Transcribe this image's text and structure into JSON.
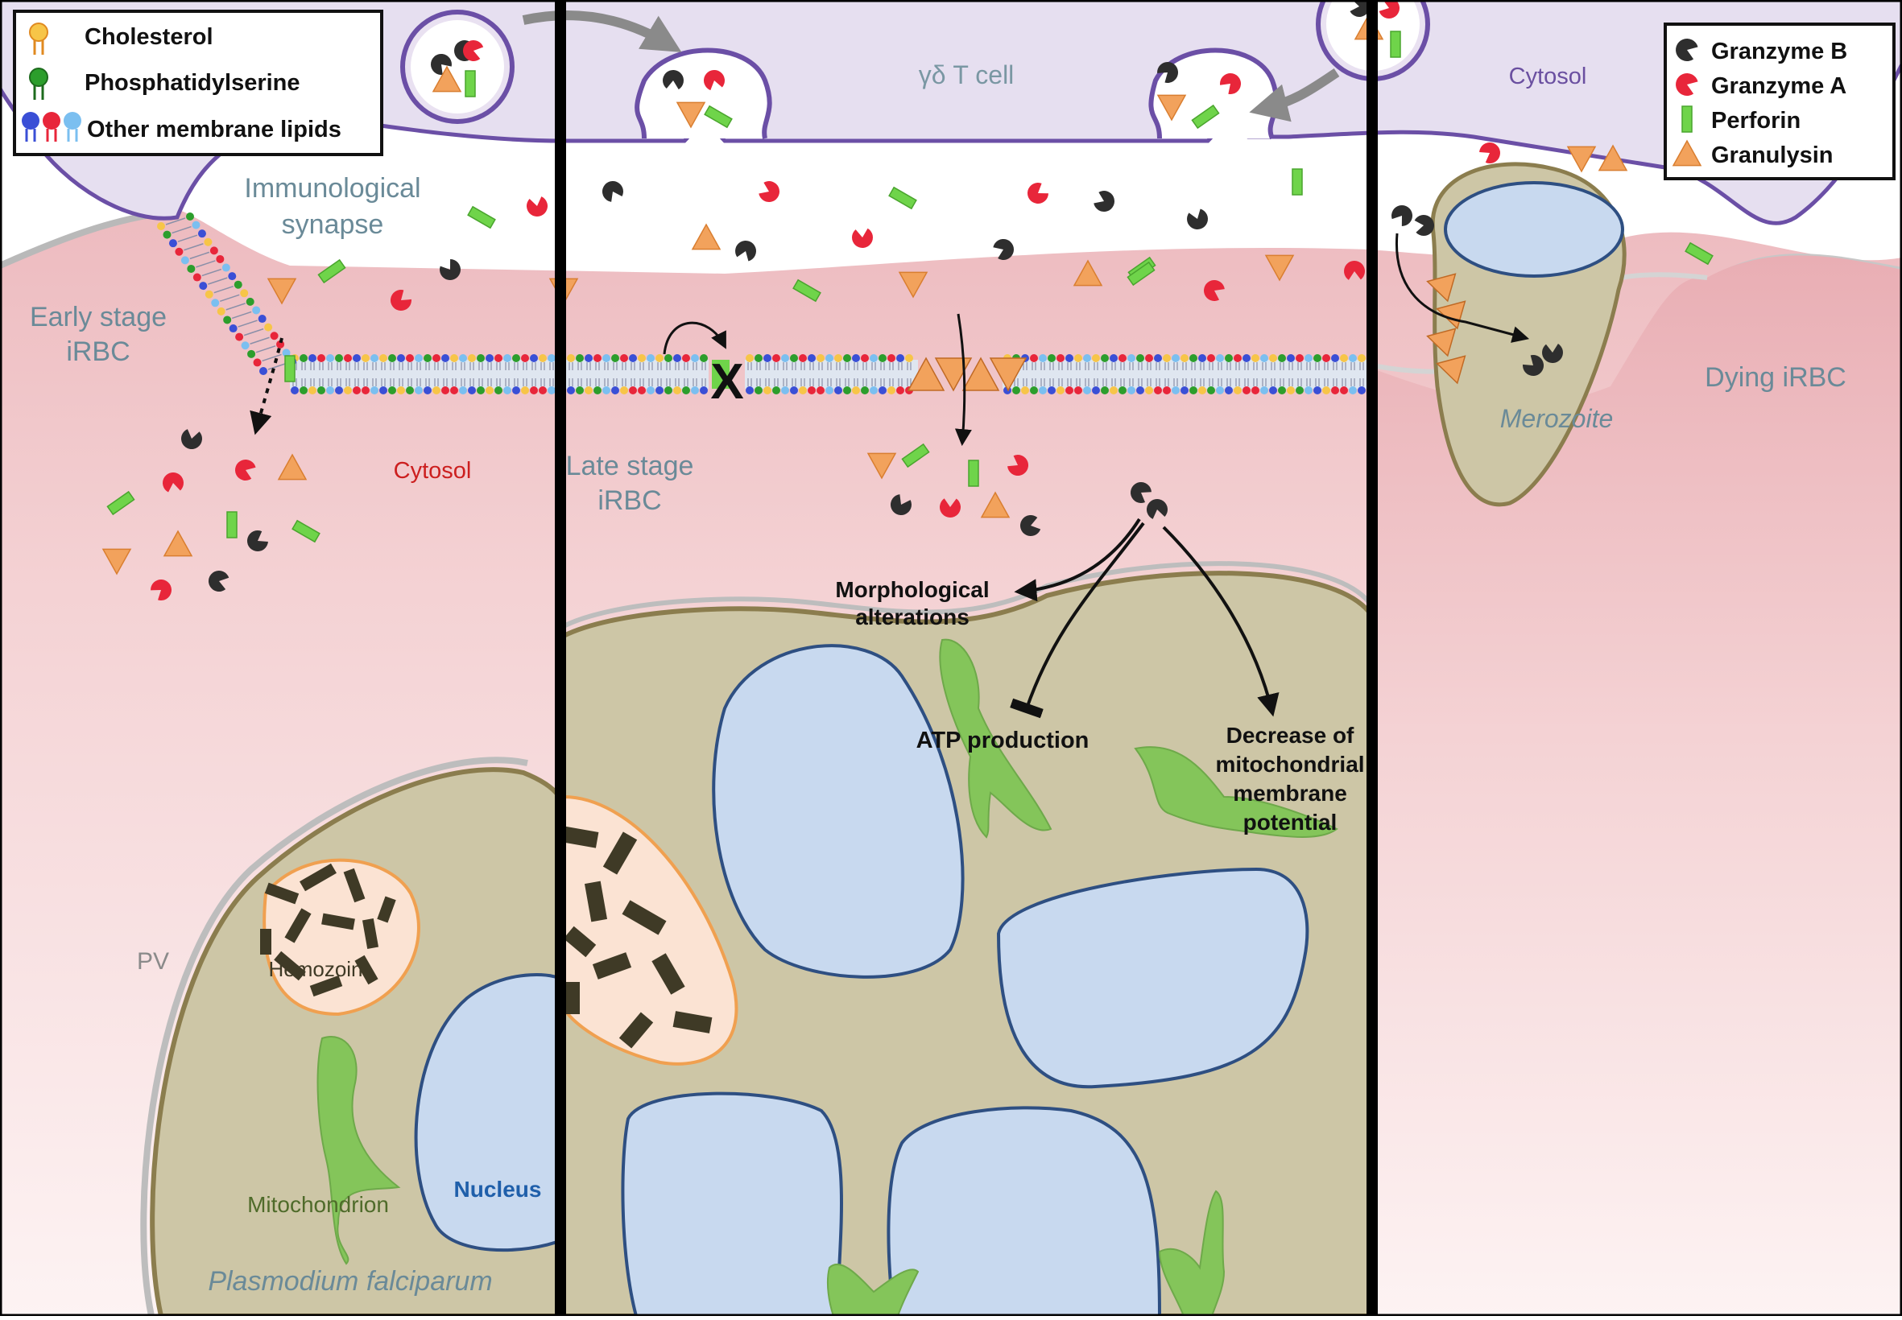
{
  "legend_left": {
    "items": [
      {
        "key": "cholesterol",
        "label": "Cholesterol"
      },
      {
        "key": "phosphatidylserine",
        "label": "Phosphatidylserine"
      },
      {
        "key": "other_lipids",
        "label": "Other membrane lipids"
      }
    ]
  },
  "legend_right": {
    "items": [
      {
        "key": "granzyme_b",
        "label": "Granzyme B",
        "color": "#2e2e2e"
      },
      {
        "key": "granzyme_a",
        "label": "Granzyme A",
        "color": "#e8263a"
      },
      {
        "key": "perforin",
        "label": "Perforin",
        "color": "#6fd44a"
      },
      {
        "key": "granulysin",
        "label": "Granulysin",
        "color": "#f2a25c"
      }
    ]
  },
  "labels": {
    "t_cell": "γδ T cell",
    "cytosol_top": "Cytosol",
    "immunological_synapse_1": "Immunological",
    "immunological_synapse_2": "synapse",
    "early_stage_1": "Early stage",
    "early_stage_2": "iRBC",
    "cytosol_left": "Cytosol",
    "late_stage_1": "Late stage",
    "late_stage_2": "iRBC",
    "dying_irbc": "Dying iRBC",
    "merozoite": "Merozoite",
    "morph_1": "Morphological",
    "morph_2": "alterations",
    "atp": "ATP production",
    "mito_decrease_1": "Decrease of",
    "mito_decrease_2": "mitochondrial",
    "mito_decrease_3": "membrane",
    "mito_decrease_4": "potential",
    "pv": "PV",
    "hemozoin": "Hemozoin",
    "mitochondrion": "Mitochondrion",
    "nucleus": "Nucleus",
    "plasmodium": "Plasmodium falciparum",
    "block_mark": "X"
  },
  "colors": {
    "tcell_fill": "#e8e0ef",
    "tcell_stroke": "#6a4fa0",
    "rbc_top": "#ecb8bc",
    "rbc_bottom": "#fdf1f1",
    "parasite_fill": "#cdc6a6",
    "parasite_stroke": "#8b7d4e",
    "nucleus_fill": "#c8d9ef",
    "nucleus_stroke": "#2e4f82",
    "hemozoin_fill": "#fbe3d3",
    "hemozoin_stroke": "#f0a050",
    "crystal": "#3f3a26",
    "mito": "#84c55a",
    "label_blue_grey": "#6a8a98",
    "label_red": "#cc1f1f",
    "label_nucleus": "#1f5faa",
    "label_mito": "#4f6b2a"
  }
}
